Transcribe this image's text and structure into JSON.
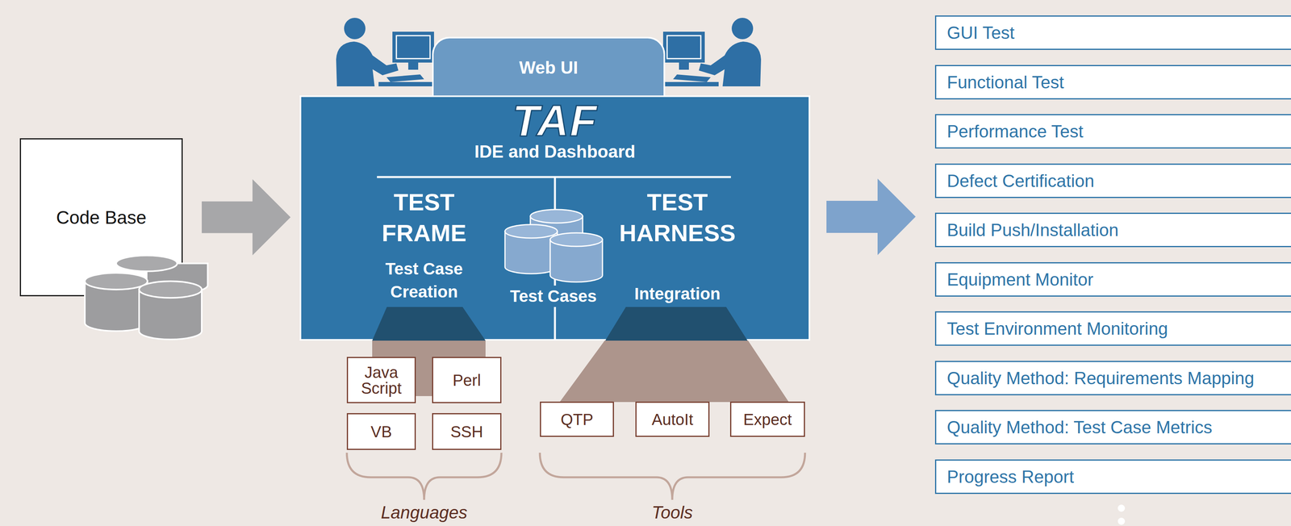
{
  "diagram": {
    "nodes": [
      {
        "text": [
          "Code Base"
        ]
      },
      {
        "text": [
          "Web UI"
        ]
      },
      {
        "text": [
          "TAF",
          "IDE and Dashboard"
        ]
      },
      {
        "text": [
          "TEST FRAME",
          "Test Case Creation"
        ],
        "in": 2
      },
      {
        "text": [
          "Test Cases"
        ],
        "in": 2
      },
      {
        "text": [
          "TEST HARNESS",
          "Integration"
        ],
        "in": 2
      },
      {
        "text": [
          "Java Script"
        ]
      },
      {
        "text": [
          "Perl"
        ]
      },
      {
        "text": [
          "VB"
        ]
      },
      {
        "text": [
          "SSH"
        ]
      },
      {
        "text": [
          "QTP"
        ]
      },
      {
        "text": [
          "AutoIt"
        ]
      },
      {
        "text": [
          "Expect"
        ]
      },
      {
        "text": [
          "GUI Test"
        ]
      },
      {
        "text": [
          "Functional Test"
        ]
      },
      {
        "text": [
          "Performance Test"
        ]
      },
      {
        "text": [
          "Defect Certification"
        ]
      },
      {
        "text": [
          "Build Push/Installation"
        ]
      },
      {
        "text": [
          "Equipment Monitor"
        ]
      },
      {
        "text": [
          "Test Environment Monitoring"
        ]
      },
      {
        "text": [
          "Quality Method: Requirements Mapping"
        ]
      },
      {
        "text": [
          "Quality Method: Test Case Metrics"
        ]
      },
      {
        "text": [
          "Progress Report"
        ]
      }
    ],
    "edges": [
      {
        "from": 0,
        "to": 2,
        "arrow": "to"
      }
    ],
    "labels": [
      "Languages",
      "Tools"
    ]
  }
}
